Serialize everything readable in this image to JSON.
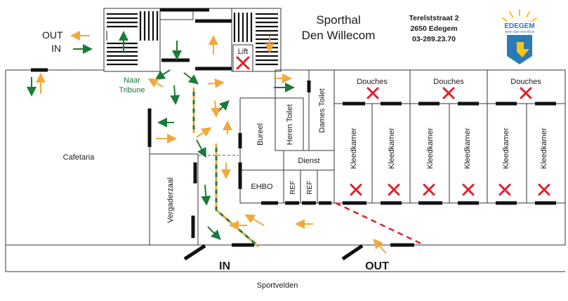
{
  "header": {
    "title_line1": "Sporthal",
    "title_line2": "Den Willecom",
    "address_line1": "Terelststraat 2",
    "address_line2": "2650 Edegem",
    "phone": "03-289.23.70"
  },
  "logo": {
    "name": "EDEGEM",
    "tagline": "meer dan een thuis",
    "colors": {
      "blue": "#2a7ab5",
      "yellow": "#f5c518"
    }
  },
  "legend": {
    "out_label": "OUT",
    "in_label": "IN"
  },
  "rooms": {
    "lift": "Lift",
    "naar_tribune_1": "Naar",
    "naar_tribune_2": "Tribune",
    "cafetaria": "Cafetaria",
    "vergaderzaal": "Vergaderzaal",
    "bureel": "Bureel",
    "heren_toilet": "Heren Toilet",
    "dames_toilet": "Dames Toilet",
    "dienst": "Dienst",
    "ehbo": "EHBO",
    "ref1": "REF",
    "ref2": "REF",
    "douches": [
      "Douches",
      "Douches",
      "Douches"
    ],
    "kleedkamers": [
      "Kleedkamer",
      "Kleedkamer",
      "Kleedkamer",
      "Kleedkamer",
      "Kleedkamer",
      "Kleedkamer"
    ]
  },
  "entrances": {
    "in": "IN",
    "out": "OUT"
  },
  "outside": {
    "sportvelden": "Sportvelden"
  },
  "colors": {
    "in_arrow": "#1c7a3a",
    "out_arrow": "#f2a93b",
    "closed_mark": "#e0202a",
    "wall": "#333333"
  }
}
